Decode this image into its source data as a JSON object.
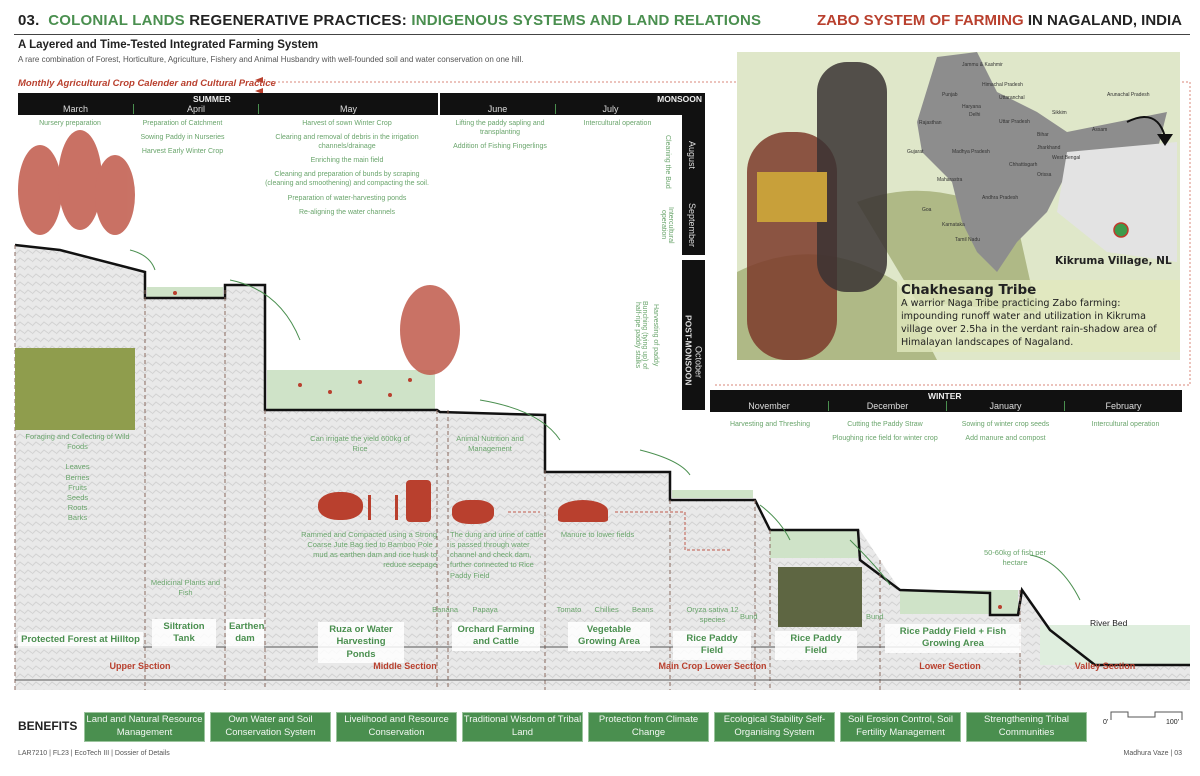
{
  "header": {
    "number": "03.",
    "part1": "COLONIAL LANDS",
    "part2": "REGENERATIVE PRACTICES:",
    "part3": "INDIGENOUS SYSTEMS AND LAND RELATIONS",
    "right1": "ZABO SYSTEM OF FARMING",
    "right2": "IN NAGALAND, INDIA",
    "subtitle": "A Layered and Time-Tested Integrated Farming System",
    "description": "A rare combination of Forest, Horticulture, Agriculture, Fishery and Animal Husbandry with well-founded soil and water conservation on one hill."
  },
  "calendar": {
    "title": "Monthly Agricultural Crop Calender and Cultural Practice",
    "seasons": {
      "summer": "SUMMER",
      "monsoon": "MONSOON",
      "post_monsoon": "POST-MONSOON",
      "winter": "WINTER"
    },
    "months": {
      "march": "March",
      "april": "April",
      "may": "May",
      "june": "June",
      "july": "July",
      "august": "August",
      "september": "September",
      "october": "October",
      "november": "November",
      "december": "December",
      "january": "January",
      "february": "February"
    },
    "activities": {
      "march": [
        "Nursery preparation"
      ],
      "april": [
        "Preparation of Catchment",
        "Sowing Paddy in Nurseries",
        "Harvest Early Winter Crop"
      ],
      "may": [
        "Harvest of sown Winter Crop",
        "Clearing and removal of debris in the irrigation channels/drainage",
        "Enriching the main field",
        "Cleaning and preparation of bunds by scraping (cleaning and smoothening) and compacting the soil.",
        "Preparation of water-harvesting ponds",
        "Re-aligning the water channels"
      ],
      "june": [
        "Lifting the paddy sapling and transplanting",
        "Addition of Fishing Fingerlings"
      ],
      "july": [
        "Intercultural operation"
      ],
      "august": [
        "Cleaning the Bud"
      ],
      "september": [
        "Intercultural operation"
      ],
      "october": [
        "Bunching (tying up) of half-ripe paddy stalks",
        "Harvesting of paddy"
      ],
      "november": [
        "Harvesting and Threshing"
      ],
      "december": [
        "Cutting the Paddy Straw",
        "Ploughing rice field for winter crop"
      ],
      "january": [
        "Sowing of winter crop seeds",
        "Add manure and compost"
      ],
      "february": [
        "Intercultural operation"
      ]
    }
  },
  "map": {
    "village": "Kikruma Village, NL",
    "tribe": "Chakhesang Tribe",
    "tribe_desc": "A warrior Naga Tribe practicing Zabo farming: impounding runoff water and utilization in Kikruma village over 2.5ha in the verdant rain-shadow area of Himalayan landscapes of Nagaland.",
    "states": [
      "Jammu & Kashmir",
      "Himachal Pradesh",
      "Punjab",
      "Uttaranchal",
      "Haryana",
      "Delhi",
      "Rajasthan",
      "Uttar Pradesh",
      "Bihar",
      "Sikkim",
      "Arunachal Pradesh",
      "Assam",
      "Gujarat",
      "Madhya Pradesh",
      "Jharkhand",
      "West Bengal",
      "Chhattisgarh",
      "Orissa",
      "Maharastra",
      "Andhra Pradesh",
      "Goa",
      "Karnataka",
      "Tamil Nadu"
    ]
  },
  "section": {
    "forest_notes": {
      "title": "Foraging and  Collecting of Wild Foods",
      "items": [
        "Leaves",
        "Berries",
        "Fruits",
        "Seeds",
        "Roots",
        "Barks"
      ]
    },
    "medicinal": "Medicinal Plants and Fish",
    "irrigate": "Can irrigate the yield 600kg of Rice",
    "rammed": "Rammed and Compacted using a Strong Coarse Jute Bag tied to Bamboo Pole , mud as earthen dam and rice husk  to reduce seepage",
    "animal": "Animal Nutrition and Management",
    "dung": "The dung and urine of cattle is passed through water channel and check dam, further connected to Rice Paddy Field",
    "manure": "Manure to lower fields",
    "orchard_items": [
      "Banana",
      "Papaya"
    ],
    "veg_items": [
      "Tomato",
      "Chillies",
      "Beans"
    ],
    "oryza": "Oryza sativa 12 species",
    "bund": "Bund",
    "fish_yield": "50-60kg of fish per hectare",
    "river": "River Bed",
    "zones": [
      "Protected Forest at Hilltop",
      "Siltration Tank",
      "Earthen dam",
      "Ruza or Water Harvesting Ponds",
      "Orchard Farming and Cattle",
      "Vegetable Growing Area",
      "Rice Paddy Field",
      "Rice Paddy Field",
      "Rice Paddy Field + Fish Growing Area"
    ],
    "sections": [
      "Upper Section",
      "Middle Section",
      "Main Crop Lower Section",
      "Lower Section",
      "Valley Section"
    ]
  },
  "benefits": {
    "title": "BENEFITS",
    "items": [
      "Land and Natural Resource Management",
      "Own Water and Soil Conservation System",
      "Livelihood and Resource Conservation",
      "Traditional Wisdom of Tribal Land",
      "Protection from Climate Change",
      "Ecological Stability Self-Organising System",
      "Soil Erosion Control, Soil Fertility Management",
      "Strengthening Tribal Communities"
    ]
  },
  "scale": {
    "start": "0'",
    "end": "100'"
  },
  "footer": {
    "left": "LAR7210 | FL23 | EcoTech III | Dossier of Details",
    "right": "Madhura Vaze | 03"
  },
  "colors": {
    "green": "#4a8f4f",
    "red": "#b9402e",
    "black": "#111111",
    "water": "#cfe3c8"
  }
}
